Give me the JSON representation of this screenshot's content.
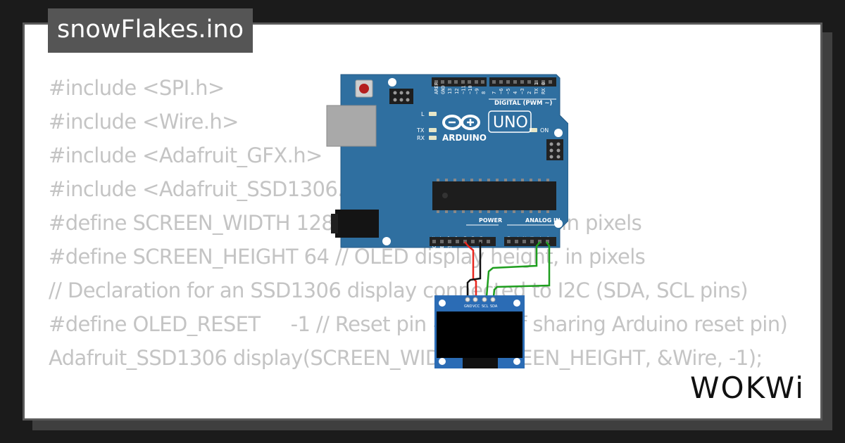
{
  "project": {
    "title": "snowFlakes.ino"
  },
  "code_lines": [
    "#include <SPI.h>",
    "#include <Wire.h>",
    "#include <Adafruit_GFX.h>",
    "#include <Adafruit_SSD1306.h>",
    "",
    "#define SCREEN_WIDTH 128 // OLED display width, in pixels",
    "#define SCREEN_HEIGHT 64 // OLED display height, in pixels",
    "",
    "// Declaration for an SSD1306 display connected to I2C (SDA, SCL pins)",
    "#define OLED_RESET     -1 // Reset pin # (or -1 if sharing Arduino reset pin)",
    "Adafruit_SSD1306 display(SCREEN_WIDTH, SCREEN_HEIGHT, &Wire, -1);"
  ],
  "arduino": {
    "brand": "ARDUINO",
    "model": "UNO",
    "digital_header": "DIGITAL (PWM ~)",
    "power_header": "POWER",
    "analog_header": "ANALOG IN",
    "digital_pins": [
      "AREF",
      "GND",
      "13",
      "12",
      "~11",
      "~10",
      "~9",
      "8",
      "7",
      "~6",
      "~5",
      "4",
      "~3",
      "2",
      "TX 1",
      "RX 0"
    ],
    "power_pins": [
      "IOREF",
      "RESET",
      "3.3V",
      "5V",
      "GND",
      "GND",
      "Vin"
    ],
    "analog_pins": [
      "A0",
      "A1",
      "A2",
      "A3",
      "A4",
      "A5"
    ],
    "led_l": "L",
    "led_tx": "TX",
    "led_rx": "RX",
    "led_on": "ON",
    "colors": {
      "board": "#2f6fa0",
      "header": "#222222"
    }
  },
  "oled": {
    "pins": [
      "GND",
      "VCC",
      "SCL",
      "SDA"
    ],
    "colors": {
      "pcb": "#2b6cb5",
      "screen": "#000000"
    }
  },
  "wires": {
    "colors": {
      "vcc": "#e8261d",
      "gnd": "#111111",
      "scl": "#1e9e1e",
      "sda": "#1e9e1e"
    }
  },
  "brand": {
    "logo_text": "WOKWi"
  }
}
